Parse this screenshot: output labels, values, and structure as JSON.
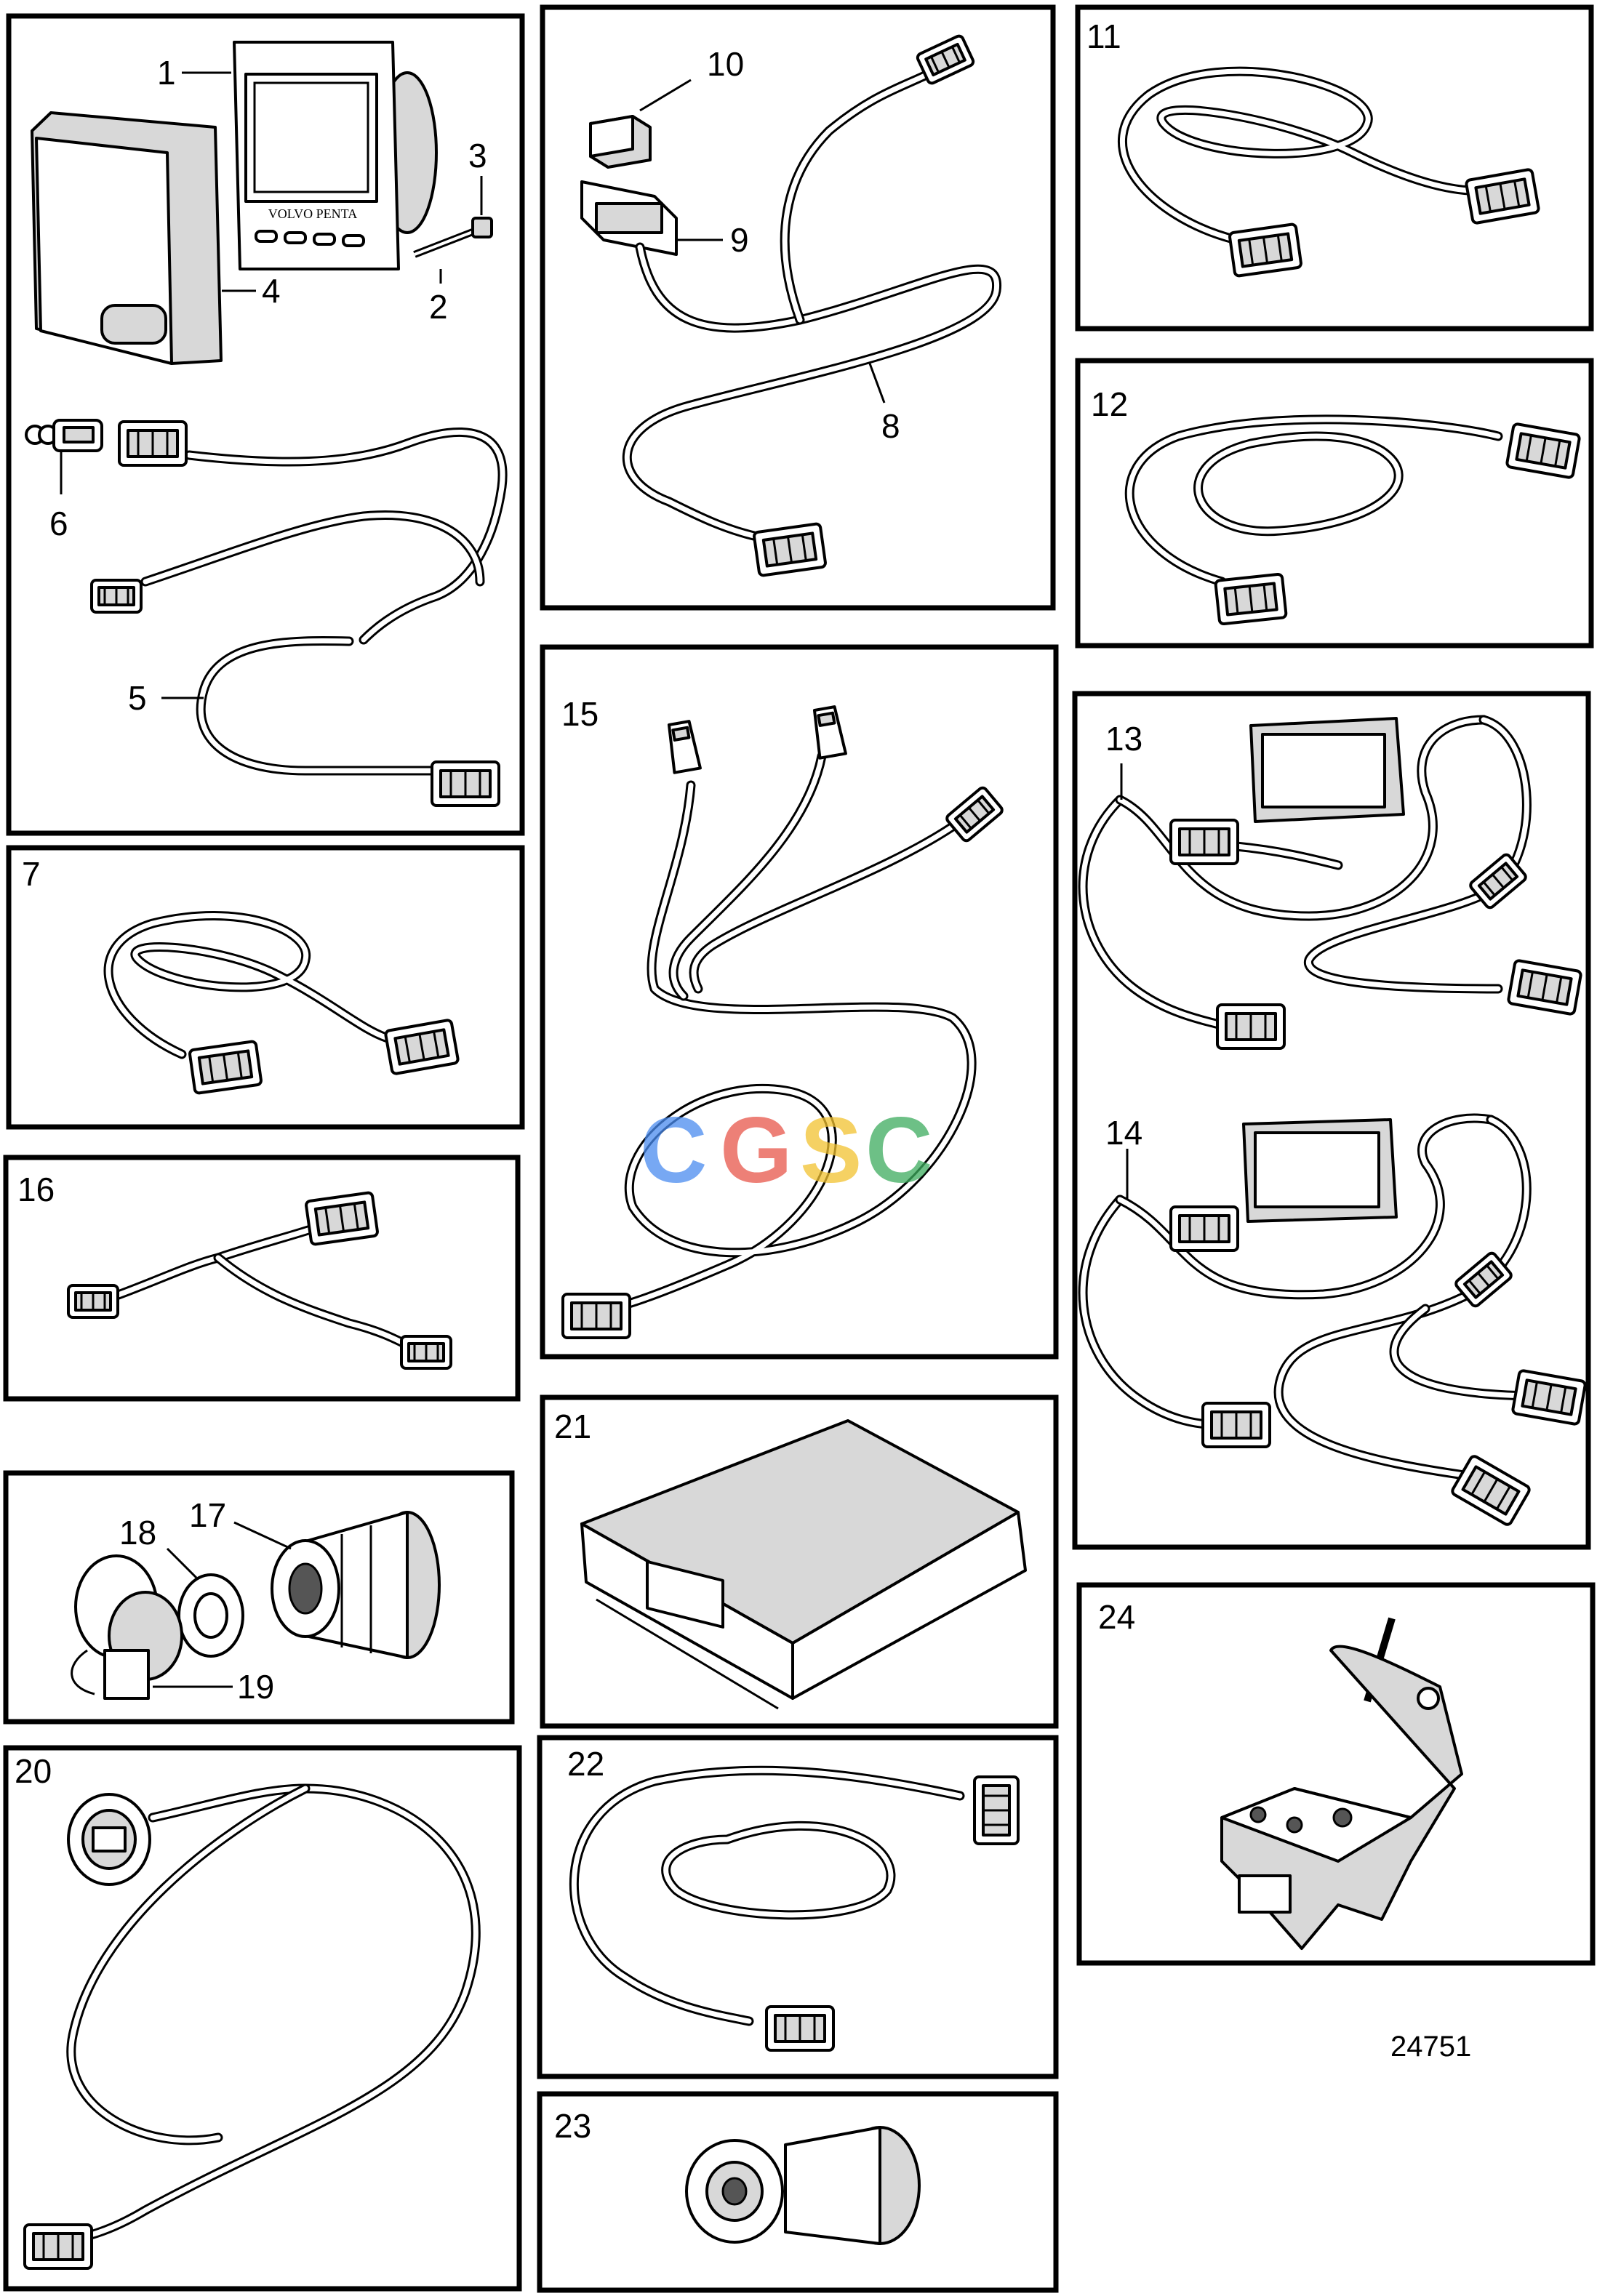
{
  "diagram": {
    "reference_number": "24751",
    "watermark": {
      "letters": [
        "C",
        "G",
        "S",
        "C"
      ],
      "colors": [
        "#4a8cf0",
        "#e8564a",
        "#f2c230",
        "#3dac5e"
      ]
    },
    "panels": [
      {
        "id": "panel-1",
        "labels": [
          "1",
          "2",
          "3",
          "4",
          "5",
          "6"
        ],
        "content": "instrument display with cover, screws, wiring harness"
      },
      {
        "id": "panel-7",
        "labels": [
          "7"
        ],
        "content": "cable harness"
      },
      {
        "id": "panel-16",
        "labels": [
          "16"
        ],
        "content": "Y-split harness"
      },
      {
        "id": "panel-17",
        "labels": [
          "17",
          "18",
          "19"
        ],
        "content": "socket with nut and cap"
      },
      {
        "id": "panel-20",
        "labels": [
          "20"
        ],
        "content": "round-plug harness"
      },
      {
        "id": "panel-8",
        "labels": [
          "8",
          "9",
          "10"
        ],
        "content": "relay harness"
      },
      {
        "id": "panel-15",
        "labels": [
          "15"
        ],
        "content": "multi-branch harness"
      },
      {
        "id": "panel-21",
        "labels": [
          "21"
        ],
        "content": "control unit"
      },
      {
        "id": "panel-22",
        "labels": [
          "22"
        ],
        "content": "cable harness"
      },
      {
        "id": "panel-23",
        "labels": [
          "23"
        ],
        "content": "socket"
      },
      {
        "id": "panel-11",
        "labels": [
          "11"
        ],
        "content": "cable harness"
      },
      {
        "id": "panel-12",
        "labels": [
          "12"
        ],
        "content": "cable harness"
      },
      {
        "id": "panel-13",
        "labels": [
          "13",
          "14"
        ],
        "content": "engine harnesses"
      },
      {
        "id": "panel-24",
        "labels": [
          "24"
        ],
        "content": "bracket"
      }
    ]
  }
}
